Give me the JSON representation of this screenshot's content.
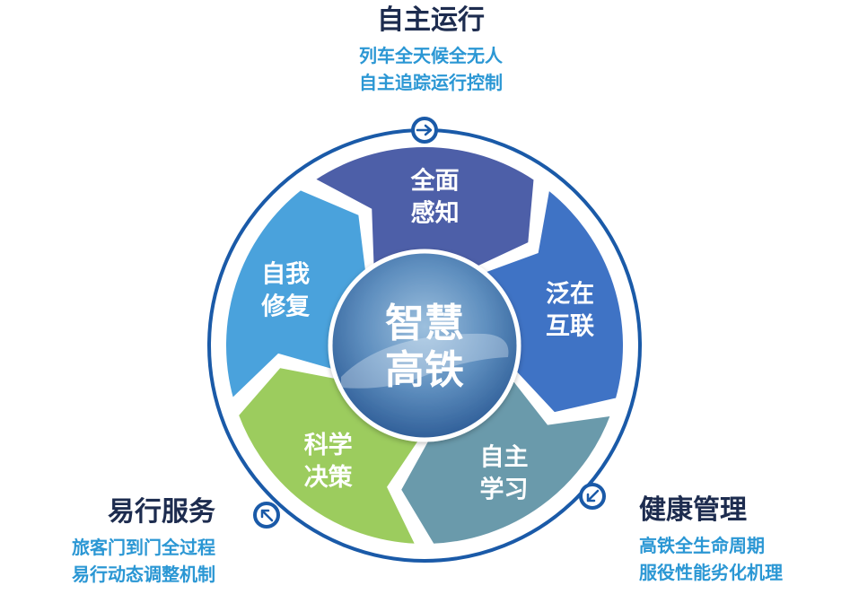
{
  "center": {
    "line1": "智慧",
    "line2": "高铁"
  },
  "segments": [
    {
      "id": "perception",
      "line1": "全面",
      "line2": "感知",
      "color": "#4d5fa8"
    },
    {
      "id": "connectivity",
      "line1": "泛在",
      "line2": "互联",
      "color": "#3f73c5"
    },
    {
      "id": "learning",
      "line1": "自主",
      "line2": "学习",
      "color": "#6a9aab"
    },
    {
      "id": "decision",
      "line1": "科学",
      "line2": "决策",
      "color": "#9ccc5e"
    },
    {
      "id": "repair",
      "line1": "自我",
      "line2": "修复",
      "color": "#4aa2dc"
    }
  ],
  "annotations": {
    "top": {
      "title": "自主运行",
      "line1": "列车全天候全无人",
      "line2": "自主追踪运行控制"
    },
    "left": {
      "title": "易行服务",
      "line1": "旅客门到门全过程",
      "line2": "易行动态调整机制"
    },
    "right": {
      "title": "健康管理",
      "line1": "高铁全生命周期",
      "line2": "服役性能劣化机理"
    }
  },
  "icons": {
    "top": "arrow-right-circle-icon",
    "left": "arrow-up-left-circle-icon",
    "right": "arrow-down-left-circle-icon"
  },
  "colors": {
    "ring": "#1a5aa8",
    "title": "#1d2c4f",
    "subtitle": "#2b97d4",
    "center": "#3f6fa8"
  }
}
